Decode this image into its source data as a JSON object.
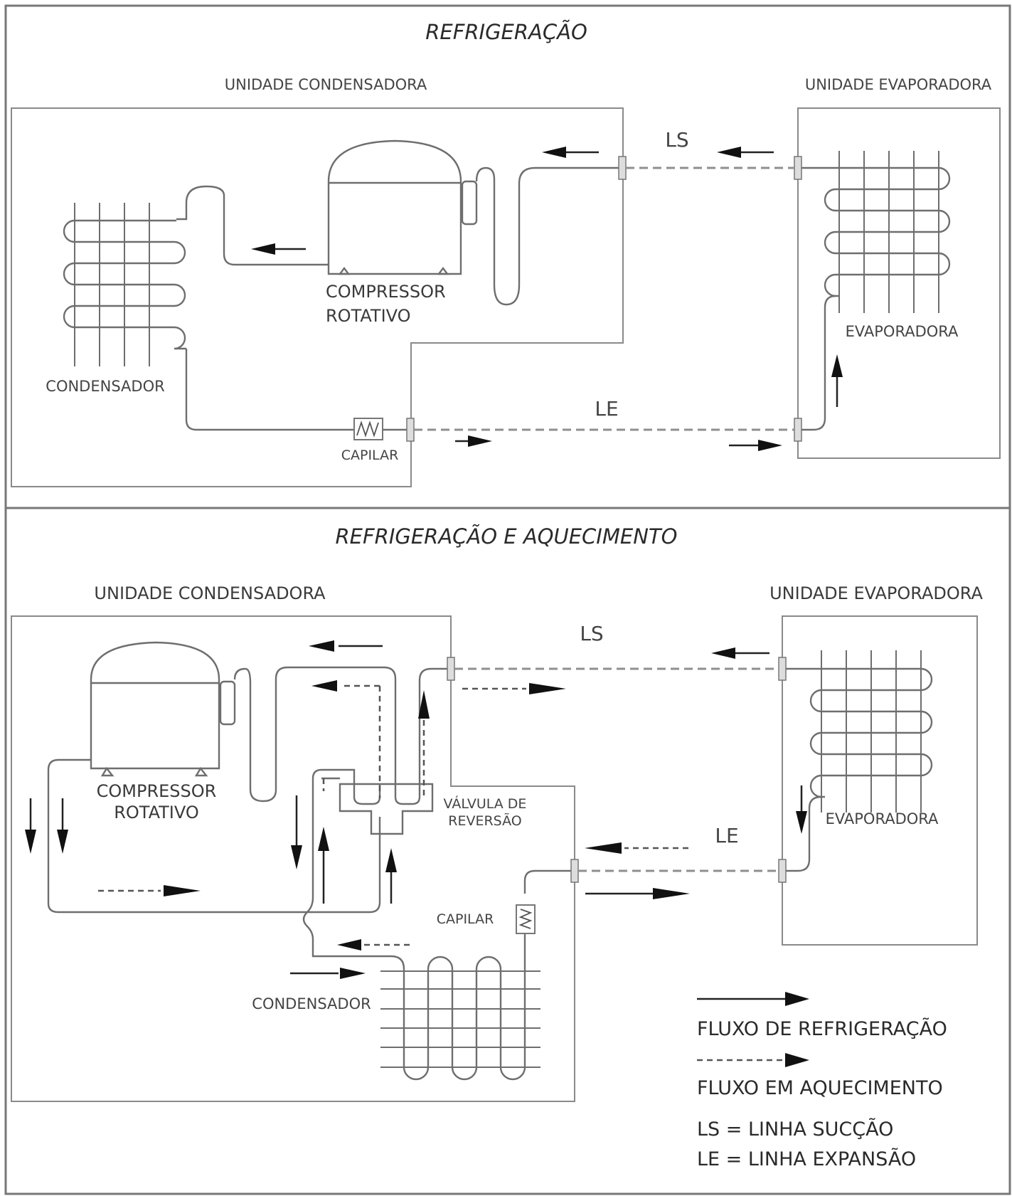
{
  "top_panel": {
    "title": "REFRIGERAÇÃO",
    "condensing_unit_label": "UNIDADE CONDENSADORA",
    "evaporating_unit_label": "UNIDADE EVAPORADORA",
    "compressor_label_1": "COMPRESSOR",
    "compressor_label_2": "ROTATIVO",
    "condenser_label": "CONDENSADOR",
    "capillary_label": "CAPILAR",
    "evaporator_label": "EVAPORADORA",
    "ls_label": "LS",
    "le_label": "LE"
  },
  "bottom_panel": {
    "title": "REFRIGERAÇÃO E AQUECIMENTO",
    "condensing_unit_label": "UNIDADE CONDENSADORA",
    "evaporating_unit_label": "UNIDADE EVAPORADORA",
    "compressor_label_1": "COMPRESSOR",
    "compressor_label_2": "ROTATIVO",
    "valve_label_1": "VÁLVULA DE",
    "valve_label_2": "REVERSÃO",
    "capillary_label": "CAPILAR",
    "condenser_label": "CONDENSADOR",
    "evaporator_label": "EVAPORADORA",
    "ls_label": "LS",
    "le_label": "LE"
  },
  "legend": {
    "cooling_flow": "FLUXO DE REFRIGERAÇÃO",
    "heating_flow": "FLUXO EM AQUECIMENTO",
    "ls_definition": "LS = LINHA SUCÇÃO",
    "le_definition": "LE = LINHA EXPANSÃO"
  }
}
